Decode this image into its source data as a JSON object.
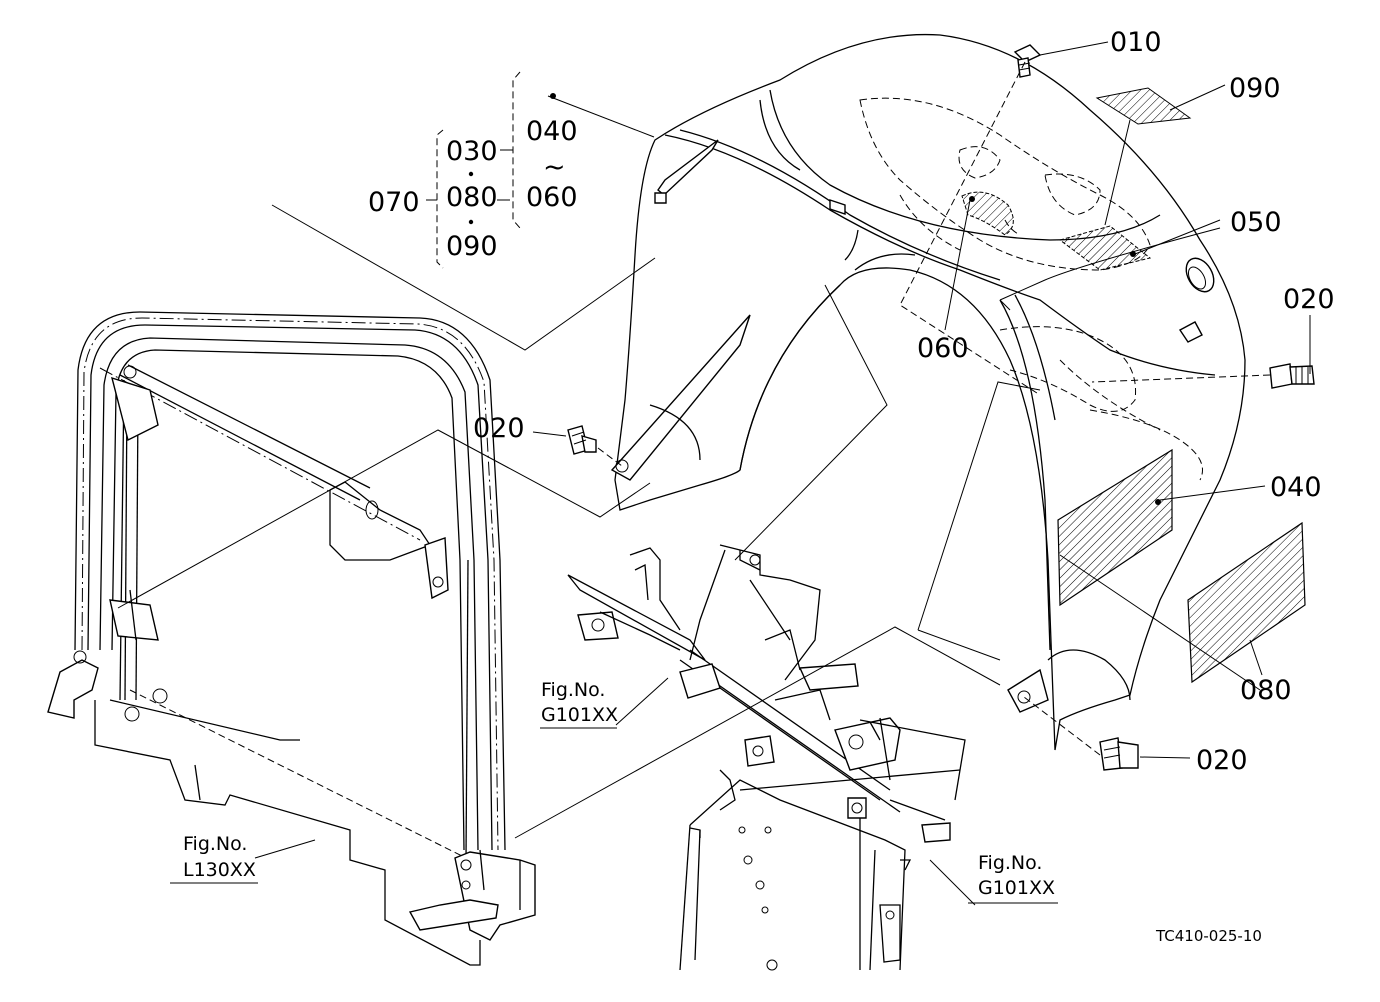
{
  "callouts": {
    "c010": "010",
    "c090_top": "090",
    "c050": "050",
    "c020_right": "020",
    "c060": "060",
    "c040_right": "040",
    "c080_right": "080",
    "c020_bottom": "020",
    "c020_left": "020",
    "c070": "070",
    "c030": "030",
    "c080_group": "080",
    "c090_group": "090",
    "c040_group": "040",
    "c060_group": "060",
    "tilde": "~"
  },
  "references": {
    "fig_left": {
      "line1": "Fig.No.",
      "line2": "L130XX"
    },
    "fig_mid": {
      "line1": "Fig.No.",
      "line2": "G101XX"
    },
    "fig_right": {
      "line1": "Fig.No.",
      "line2": "G101XX"
    }
  },
  "drawing_code": "TC410-025-10"
}
